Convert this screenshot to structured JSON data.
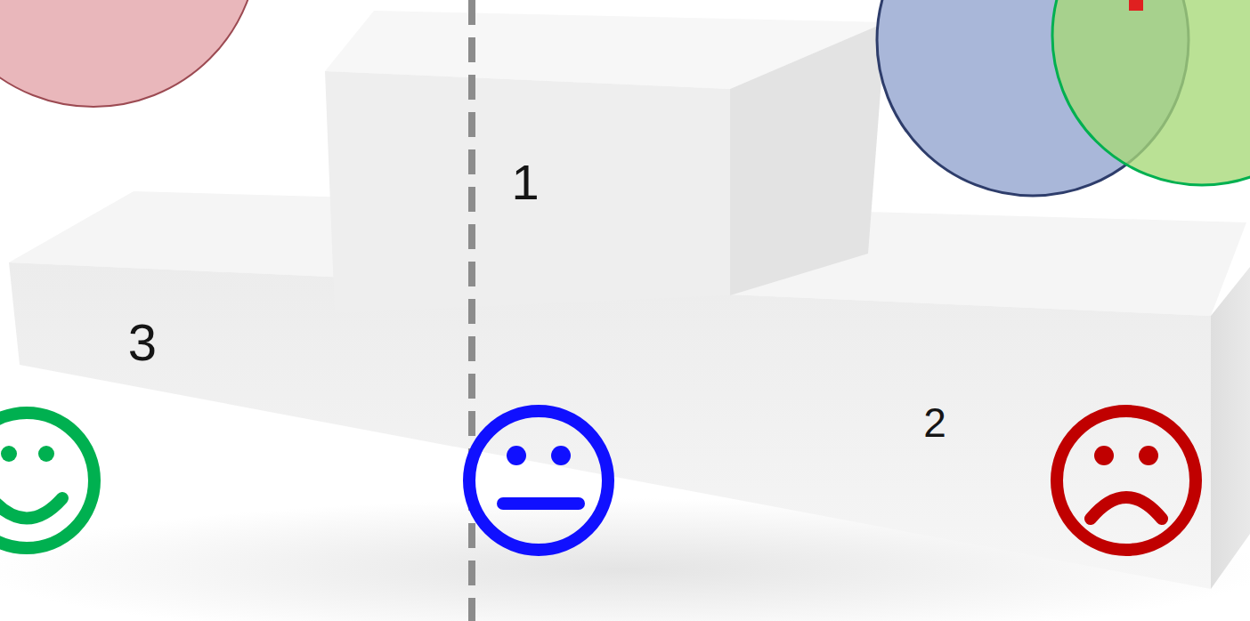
{
  "diagram": {
    "nodes": [
      {
        "text": [
          "1"
        ]
      },
      {
        "text": [
          "3"
        ]
      },
      {
        "text": [
          "2"
        ]
      }
    ]
  }
}
